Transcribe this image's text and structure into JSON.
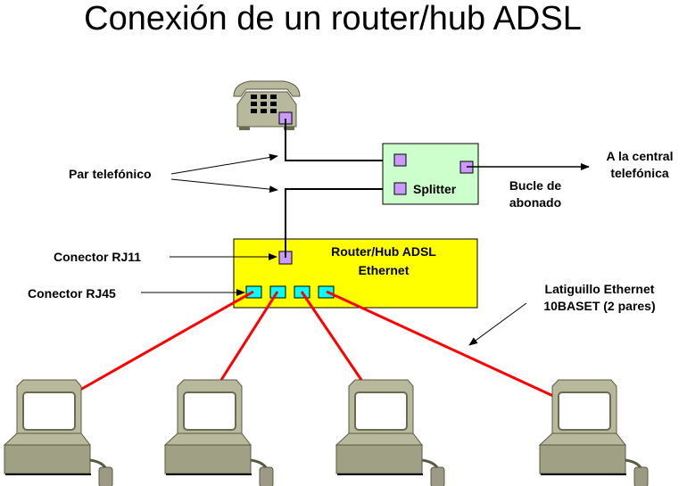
{
  "title": "Conexión de un router/hub ADSL",
  "colors": {
    "splitter_fill": "#ccffcc",
    "router_fill": "#ffff00",
    "rj11_port": "#cc99ff",
    "rj45_port": "#00ffff",
    "ethernet_cable": "#ff0000",
    "phone_line": "#000000",
    "device_body": "#b8b89c",
    "device_dark": "#a0a084"
  },
  "nodes": {
    "telephone": {
      "label": "Teléfono",
      "icon": "telephone-icon"
    },
    "splitter": {
      "label": "Splitter"
    },
    "router": {
      "label_line1": "Router/Hub ADSL",
      "label_line2": "Ethernet",
      "rj45_port_count": 4
    },
    "computers": [
      {
        "icon": "computer-icon"
      },
      {
        "icon": "computer-icon"
      },
      {
        "icon": "computer-icon"
      },
      {
        "icon": "computer-icon"
      }
    ]
  },
  "labels": {
    "par_telefonico": "Par telefónico",
    "conector_rj11": "Conector RJ11",
    "conector_rj45": "Conector RJ45",
    "central_line1": "A la central",
    "central_line2": "telefónica",
    "bucle_line1": "Bucle de",
    "bucle_line2": "abonado",
    "latiguillo_line1": "Latiguillo Ethernet",
    "latiguillo_line2": "10BASET (2 pares)"
  }
}
